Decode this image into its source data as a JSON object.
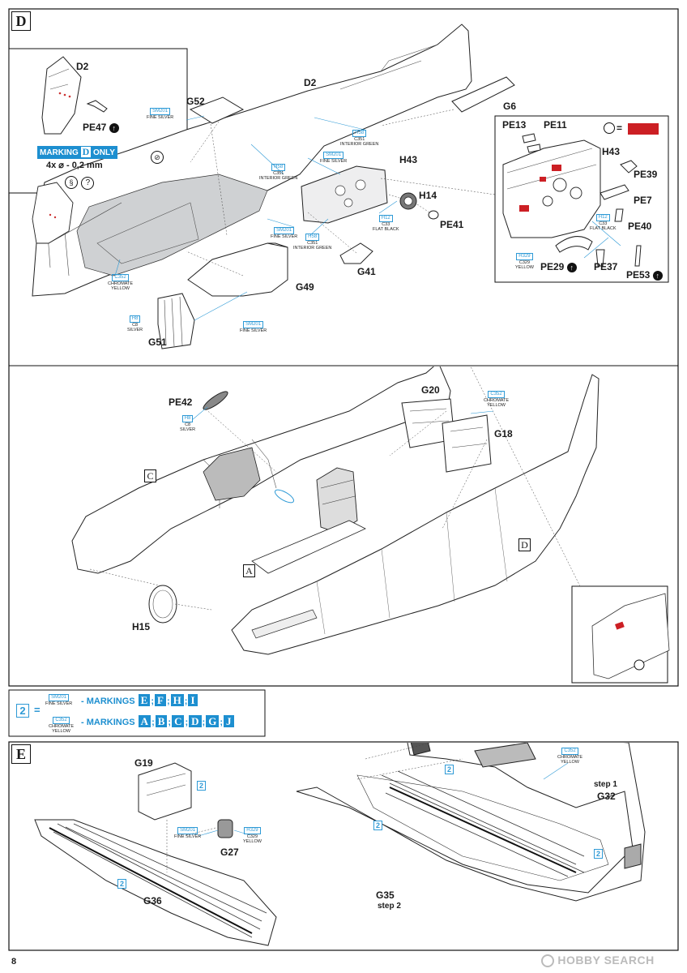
{
  "page_number": "8",
  "watermark": "HOBBY SEARCH",
  "section_d": {
    "letter": "D",
    "inset_labels": {
      "part_d2": "D2",
      "part_pe47": "PE47",
      "marking_label": "MARKING",
      "marking_letter": "D",
      "marking_only": "ONLY",
      "drill_spec": "4x ⌀ - 0,2 mm"
    },
    "parts": {
      "g52": "G52",
      "d2": "D2",
      "g6": "G6",
      "h43": "H43",
      "h14": "H14",
      "pe41": "PE41",
      "g41": "G41",
      "g49": "G49",
      "g51": "G51"
    },
    "paints": {
      "fine_silver_1": {
        "code": "SM201",
        "name": "FINE SILVER"
      },
      "fine_silver_2": {
        "code": "SM201",
        "name": "FINE SILVER"
      },
      "fine_silver_3": {
        "code": "SM201",
        "name": "FINE SILVER"
      },
      "fine_silver_4": {
        "code": "SM201",
        "name": "FINE SILVER"
      },
      "interior_green_1": {
        "code": "H58",
        "code2": "C351",
        "name": "INTERIOR GREEN"
      },
      "interior_green_2": {
        "code": "H58",
        "code2": "C351",
        "name": "INTERIOR GREEN"
      },
      "interior_green_3": {
        "code": "H58",
        "code2": "C351",
        "name": "INTERIOR GREEN"
      },
      "flat_black_1": {
        "code": "H12",
        "code2": "C33",
        "name": "FLAT BLACK"
      },
      "chromate_1": {
        "code": "C352",
        "name1": "CHROMATE",
        "name2": "YELLOW"
      },
      "silver_1": {
        "code": "H8",
        "code2": "C8",
        "name": "SILVER"
      }
    },
    "detail_inset": {
      "parts": {
        "pe13": "PE13",
        "pe11": "PE11",
        "h43": "H43",
        "pe39": "PE39",
        "pe7": "PE7",
        "pe40": "PE40",
        "pe29": "PE29",
        "pe37": "PE37",
        "pe53": "PE53"
      },
      "equals": "=",
      "swatch_color": "#cc1f24",
      "flat_black": {
        "code": "H12",
        "code2": "C33",
        "name": "FLAT BLACK"
      },
      "chromate": {
        "code": "H329",
        "code2": "C329",
        "name": "YELLOW"
      }
    }
  },
  "assembly": {
    "parts": {
      "pe42": "PE42",
      "g20": "G20",
      "g18": "G18",
      "h15": "H15"
    },
    "refs": {
      "c": "C",
      "a": "A",
      "d": "D"
    },
    "paints": {
      "silver": {
        "code": "H8",
        "code2": "C8",
        "name": "SILVER"
      },
      "chromate": {
        "code": "C352",
        "name1": "CHROMATE",
        "name2": "YELLOW"
      }
    }
  },
  "legend": {
    "number": "2",
    "equals": "=",
    "row1": {
      "code": "SM201",
      "name": "FINE SILVER",
      "prefix": "- MARKINGS",
      "letters": [
        "E",
        "F",
        "H",
        "I"
      ]
    },
    "row2": {
      "code": "C352",
      "name1": "CHROMATE",
      "name2": "YELLOW",
      "prefix": "- MARKINGS",
      "letters": [
        "A",
        "B",
        "C",
        "D",
        "G",
        "J"
      ]
    },
    "separator": ";"
  },
  "section_e": {
    "letter": "E",
    "parts": {
      "g19": "G19",
      "g27": "G27",
      "g36": "G36",
      "g32": "G32",
      "g35": "G35"
    },
    "steps": {
      "step1": "step 1",
      "step2": "step 2"
    },
    "paint_fine_silver": {
      "code": "SM201",
      "name": "FINE SILVER"
    },
    "paint_yellow": {
      "code": "H329",
      "code2": "C329",
      "name": "YELLOW"
    },
    "paint_chromate": {
      "code": "C352",
      "name1": "CHROMATE",
      "name2": "YELLOW"
    },
    "callout": "2"
  }
}
